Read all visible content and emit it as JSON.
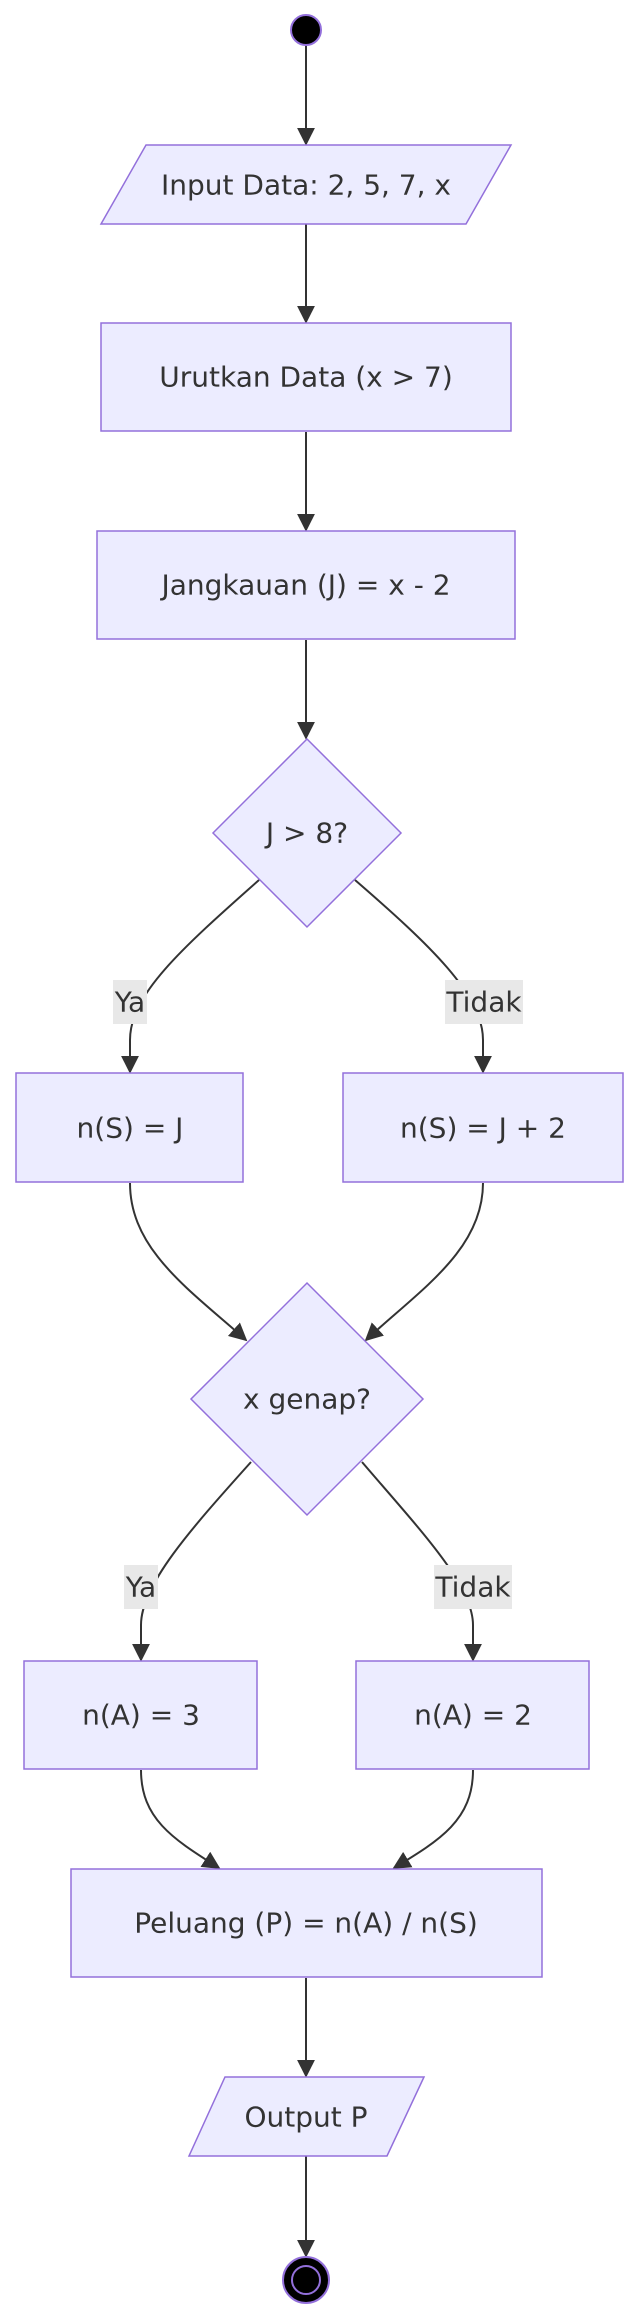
{
  "nodes": {
    "input": "Input Data: 2, 5, 7, x",
    "sort": "Urutkan Data (x > 7)",
    "range": "Jangkauan (J) = x - 2",
    "decision1": "J > 8?",
    "ns_yes": "n(S) = J",
    "ns_no": "n(S) = J + 2",
    "decision2": "x genap?",
    "na_yes": "n(A) = 3",
    "na_no": "n(A) = 2",
    "prob": "Peluang (P) = n(A) / n(S)",
    "output": "Output P"
  },
  "edge_labels": {
    "d1_yes": "Ya",
    "d1_no": "Tidak",
    "d2_yes": "Ya",
    "d2_no": "Tidak"
  },
  "colors": {
    "node_fill": "#ECECFF",
    "node_stroke": "#9370DB",
    "edge": "#333333",
    "label_bg": "#E8E8E8",
    "text": "#333333"
  }
}
